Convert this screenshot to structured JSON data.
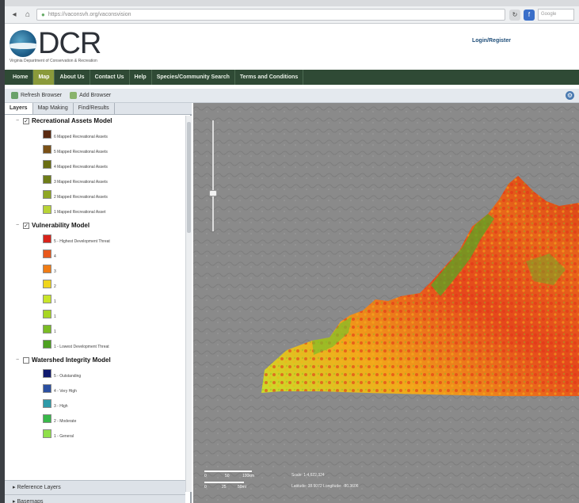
{
  "browser": {
    "url": "https://vaconsvh.org/vaconsvision",
    "search_placeholder": "Google"
  },
  "header": {
    "logo_text": "DCR",
    "logo_subtitle": "Virginia Department of Conservation & Recreation",
    "login_link": "Login/Register"
  },
  "nav": {
    "items": [
      "Home",
      "Map",
      "About Us",
      "Contact Us",
      "Help",
      "Species/Community Search",
      "Terms and Conditions"
    ],
    "active_index": 1
  },
  "toolbar": {
    "refresh_label": "Refresh Browser",
    "add_label": "Add Browser"
  },
  "panel": {
    "tabs": [
      "Layers",
      "Map Making",
      "Find/Results"
    ],
    "active_tab": 0,
    "groups": [
      {
        "title": "Recreational Assets Model",
        "items": [
          {
            "label": "6 Mapped Recreational Assets",
            "color": "#5a2a10"
          },
          {
            "label": "5 Mapped Recreational Assets",
            "color": "#7a5016"
          },
          {
            "label": "4 Mapped Recreational Assets",
            "color": "#6a6e12"
          },
          {
            "label": "3 Mapped Recreational Assets",
            "color": "#6e7d18"
          },
          {
            "label": "2 Mapped Recreational Assets",
            "color": "#8fa624"
          },
          {
            "label": "1 Mapped Recreational Asset",
            "color": "#b8d336"
          }
        ]
      },
      {
        "title": "Vulnerability Model",
        "items": [
          {
            "label": "5 - Highest Development Threat",
            "color": "#d8231a"
          },
          {
            "label": "4",
            "color": "#e8581c"
          },
          {
            "label": "3",
            "color": "#f07c14"
          },
          {
            "label": "2",
            "color": "#efd51c"
          },
          {
            "label": "1",
            "color": "#c9e52a"
          },
          {
            "label": "1",
            "color": "#a8d622"
          },
          {
            "label": "1",
            "color": "#7abc24"
          },
          {
            "label": "1 - Lowest Development Threat",
            "color": "#4da020"
          }
        ]
      },
      {
        "title": "Watershed Integrity Model",
        "items": [
          {
            "label": "5 - Outstanding",
            "color": "#101a6e"
          },
          {
            "label": "4 - Very High",
            "color": "#2b4fa0"
          },
          {
            "label": "3 - High",
            "color": "#2e9aa8"
          },
          {
            "label": "2 - Moderate",
            "color": "#39b84a"
          },
          {
            "label": "1 - General",
            "color": "#8fe04a"
          }
        ]
      }
    ],
    "accordion": [
      "Reference Layers",
      "Basemaps"
    ]
  },
  "map": {
    "scale_labels": [
      "0",
      "50",
      "100km"
    ],
    "scale_labels_2": [
      "0",
      "25",
      "50mi"
    ],
    "scale_text": "Scale: 1:4,622,324",
    "coords_text": "Latitude: 38.9072  Longitude: -80.3606"
  }
}
